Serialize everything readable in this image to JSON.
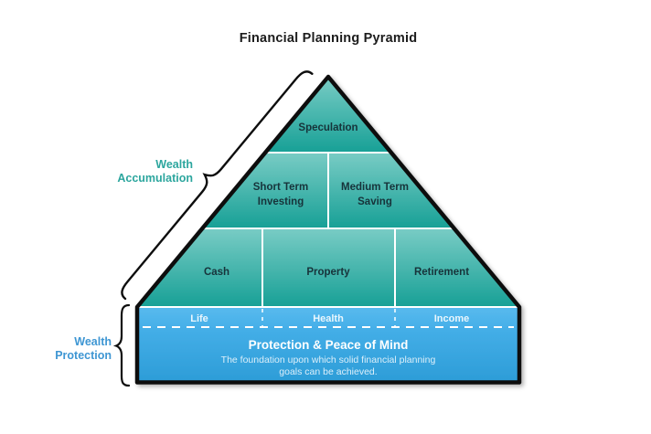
{
  "title": "Financial Planning Pyramid",
  "side_labels": {
    "accumulation": [
      "Wealth",
      "Accumulation"
    ],
    "protection": [
      "Wealth",
      "Protection"
    ]
  },
  "pyramid": {
    "speculation": "Speculation",
    "short_term": [
      "Short Term",
      "Investing"
    ],
    "medium_term": [
      "Medium Term",
      "Saving"
    ],
    "cash": "Cash",
    "property": "Property",
    "retirement": "Retirement",
    "band": {
      "life": "Life",
      "health": "Health",
      "income": "Income"
    },
    "foundation_title": "Protection & Peace of Mind",
    "foundation_sub": [
      "The foundation upon which solid financial planning",
      "goals can be achieved."
    ]
  },
  "colors": {
    "teal_light": "#79CCC5",
    "teal_dark": "#17A096",
    "band_blue_light": "#58BAEE",
    "band_blue_dark": "#47B0E9",
    "foundation_blue_light": "#45AFE8",
    "foundation_blue_dark": "#2C9CD7",
    "accumulation_label": "#2CA69E",
    "protection_label": "#3E96D3",
    "outline": "#0E0E0E",
    "cell_text": "#17333A",
    "title_text": "#1C1C1C",
    "band_text": "#EAF6FD",
    "foundation_sub_text": "#DCEFFA"
  }
}
